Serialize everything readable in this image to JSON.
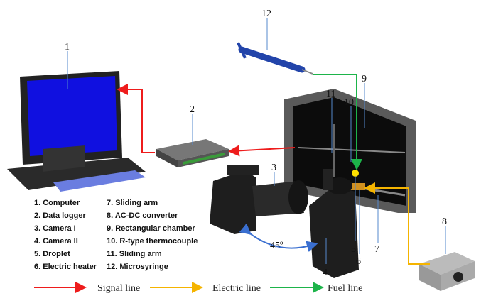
{
  "numbers": [
    "1",
    "2",
    "3",
    "4",
    "5",
    "6",
    "7",
    "8",
    "9",
    "10",
    "11",
    "12"
  ],
  "angle_label": "45º",
  "components": [
    "1. Computer",
    "2. Data logger",
    "3. Camera I",
    "4. Camera II",
    "5. Droplet",
    "6. Electric heater",
    "7. Sliding arm",
    "8. AC-DC converter",
    "9. Rectangular chamber",
    "10. R-type thermocouple",
    "11. Sliding arm",
    "12. Microsyringe"
  ],
  "legend": [
    {
      "label": "Signal line",
      "color": "#ee1c1c"
    },
    {
      "label": "Electric line",
      "color": "#f5b400"
    },
    {
      "label": "Fuel line",
      "color": "#1db44a"
    }
  ],
  "colors": {
    "screen": "#1010e0",
    "frame": "#3a3a3a",
    "chamber": "#5a5a5a"
  }
}
